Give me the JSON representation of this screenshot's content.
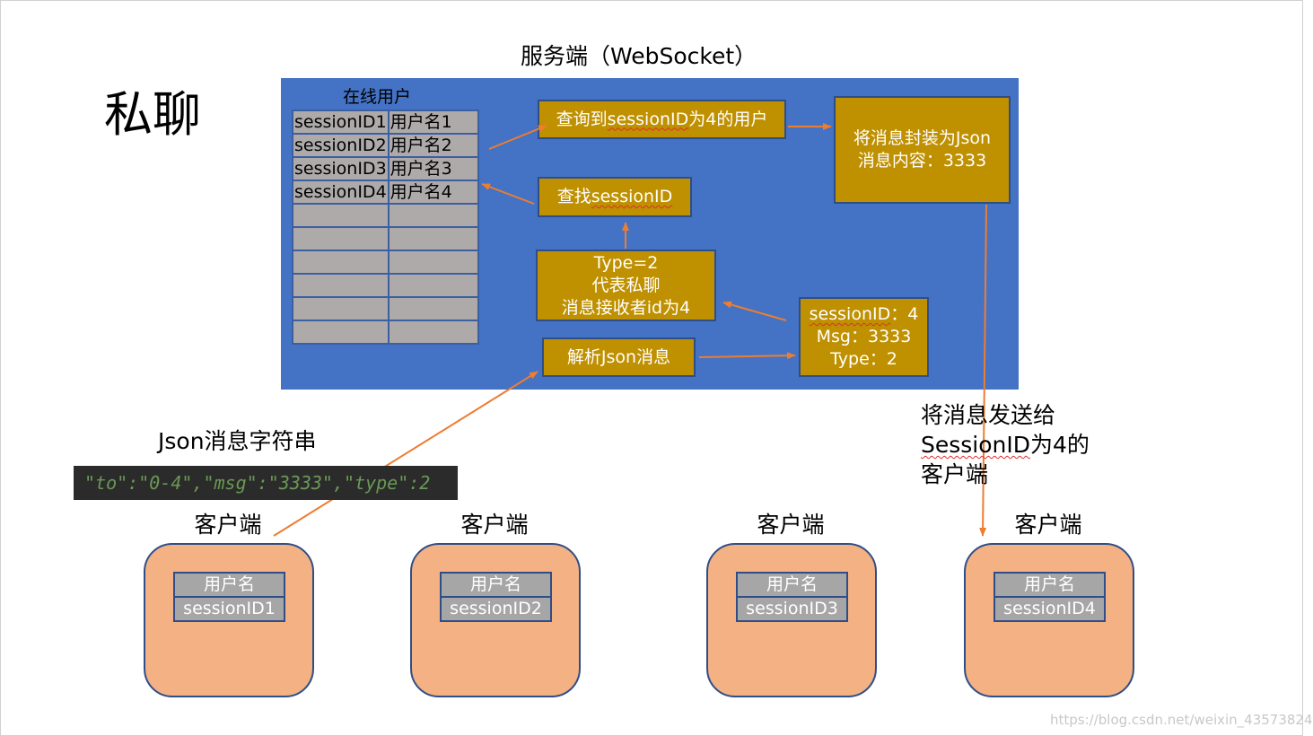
{
  "title": "私聊",
  "server": {
    "title": "服务端（WebSocket）",
    "online_label": "在线用户",
    "users": [
      {
        "session": "sessionID1",
        "name": "用户名1"
      },
      {
        "session": "sessionID2",
        "name": "用户名2"
      },
      {
        "session": "sessionID3",
        "name": "用户名3"
      },
      {
        "session": "sessionID4",
        "name": "用户名4"
      }
    ],
    "boxes": {
      "query_user": {
        "prefix": "查询到",
        "word": "sessionID",
        "suffix": "为4的用户"
      },
      "wrap_json": {
        "line1": "将消息封装为Json",
        "line2": "消息内容：3333"
      },
      "find_session": {
        "prefix": "查找",
        "word": "sessionID"
      },
      "type_desc": {
        "line1": "Type=2",
        "line2": "代表私聊",
        "line3": "消息接收者id为4"
      },
      "message_fields": {
        "line1_word": "sessionID",
        "line1_rest": "：4",
        "line2": "Msg：3333",
        "line3": "Type：2"
      },
      "parse_json": "解析Json消息"
    }
  },
  "json_label": "Json消息字符串",
  "json_code": "\"to\":\"0-4\",\"msg\":\"3333\",\"type\":2",
  "send_label": {
    "line1": "将消息发送给",
    "line2_word": "SessionID",
    "line2_rest": "为4的",
    "line3": "客户端"
  },
  "clients": [
    {
      "label": "客户端",
      "field": "用户名",
      "session": "sessionID1"
    },
    {
      "label": "客户端",
      "field": "用户名",
      "session": "sessionID2"
    },
    {
      "label": "客户端",
      "field": "用户名",
      "session": "sessionID3"
    },
    {
      "label": "客户端",
      "field": "用户名",
      "session": "sessionID4"
    }
  ],
  "watermark": "https://blog.csdn.net/weixin_43573824",
  "colors": {
    "server_bg": "#4472c4",
    "box_gold": "#bf9000",
    "client_fill": "#f4b183",
    "arrow": "#ed7d31",
    "code_bg": "#2b2b2b",
    "code_text": "#6a9955"
  }
}
